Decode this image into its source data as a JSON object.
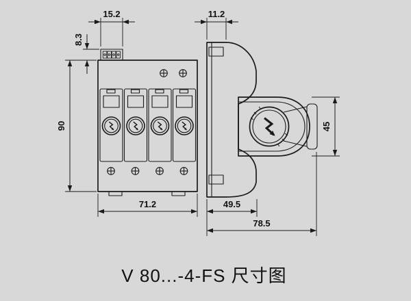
{
  "title": "V 80...-4-FS 尺寸图",
  "colors": {
    "background": "#d8d8d8",
    "line": "#1a1a1a",
    "text": "#111111"
  },
  "dimensions": {
    "terminal_width": "15.2",
    "terminal_height": "8.3",
    "rail_top_offset": "11.2",
    "height": "90",
    "side_module_height": "45",
    "width": "71.2",
    "base_depth": "49.5",
    "total_depth": "78.5"
  }
}
